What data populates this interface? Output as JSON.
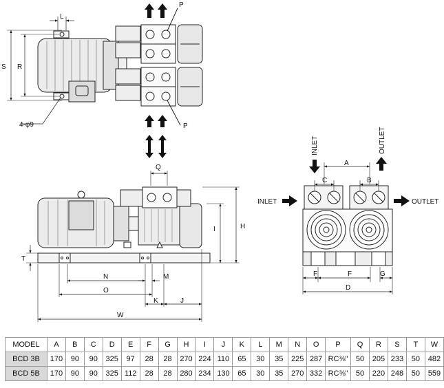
{
  "labels": {
    "top_view": {
      "dim_L": "L",
      "dim_S": "S",
      "dim_R": "R",
      "port_top": "P",
      "port_bottom": "P",
      "bolt_holes": "4-φ9"
    },
    "side_view": {
      "dim_Q": "Q",
      "dim_I": "I",
      "dim_H": "H",
      "dim_T": "T",
      "dim_N": "N",
      "dim_M": "M",
      "dim_O": "O",
      "dim_K": "K",
      "dim_J": "J",
      "dim_W": "W"
    },
    "end_view": {
      "inlet_top": "INLET",
      "outlet_top": "OUTLET",
      "inlet_left": "INLET",
      "outlet_right": "OUTLET",
      "dim_A_top": "A",
      "dim_C": "C",
      "dim_B": "B",
      "dim_F_left": "F",
      "dim_F_mid": "F",
      "dim_G": "G",
      "dim_D": "D"
    }
  },
  "table": {
    "headers": [
      "MODEL",
      "A",
      "B",
      "C",
      "D",
      "E",
      "F",
      "G",
      "H",
      "I",
      "J",
      "K",
      "L",
      "M",
      "N",
      "O",
      "P",
      "Q",
      "R",
      "S",
      "T",
      "W"
    ],
    "rows": [
      [
        "BCD 3B",
        "170",
        "90",
        "90",
        "325",
        "97",
        "28",
        "28",
        "270",
        "224",
        "110",
        "65",
        "30",
        "35",
        "225",
        "287",
        "RC⅜\"",
        "50",
        "205",
        "233",
        "50",
        "482"
      ],
      [
        "BCD 5B",
        "170",
        "90",
        "90",
        "325",
        "112",
        "28",
        "28",
        "280",
        "234",
        "130",
        "65",
        "30",
        "35",
        "270",
        "332",
        "RC⅜\"",
        "50",
        "220",
        "248",
        "50",
        "559"
      ]
    ]
  }
}
